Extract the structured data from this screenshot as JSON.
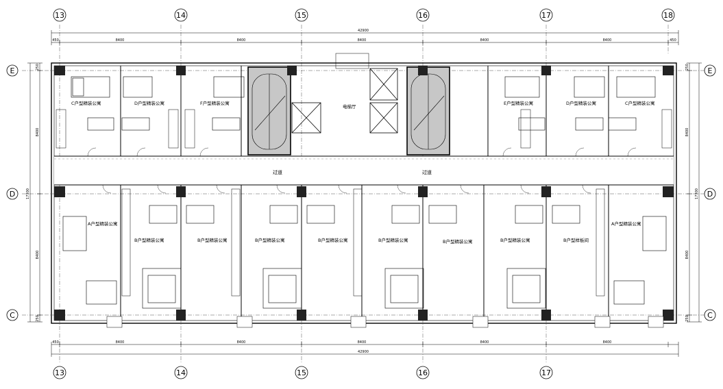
{
  "grid": {
    "columns": [
      "13",
      "14",
      "15",
      "16",
      "17",
      "18"
    ],
    "rows": [
      "E",
      "D",
      "C"
    ]
  },
  "dimensions": {
    "total": "42900",
    "bays": [
      "8400",
      "8400",
      "8400",
      "8400",
      "8400"
    ],
    "end_offset": "450",
    "row_spans": {
      "upper": "8400",
      "lower": "8400",
      "total": "17300",
      "edge": "250"
    }
  },
  "labels": {
    "elevator_hall": "电梯厅",
    "corridor_left": "过道",
    "corridor_right": "过道"
  },
  "upper_units": [
    "C户型精装公寓",
    "D户型精装公寓",
    "F户型精装公寓",
    "E户型精装公寓",
    "D户型精装公寓",
    "C户型精装公寓"
  ],
  "lower_units": [
    "A户型精装公寓",
    "B户型精装公寓",
    "B户型精装公寓",
    "B户型精装公寓",
    "B户型精装公寓",
    "B户型精装公寓",
    "B户型精装公寓",
    "B户型精装公寓",
    "B户型样板间",
    "A户型精装公寓"
  ]
}
